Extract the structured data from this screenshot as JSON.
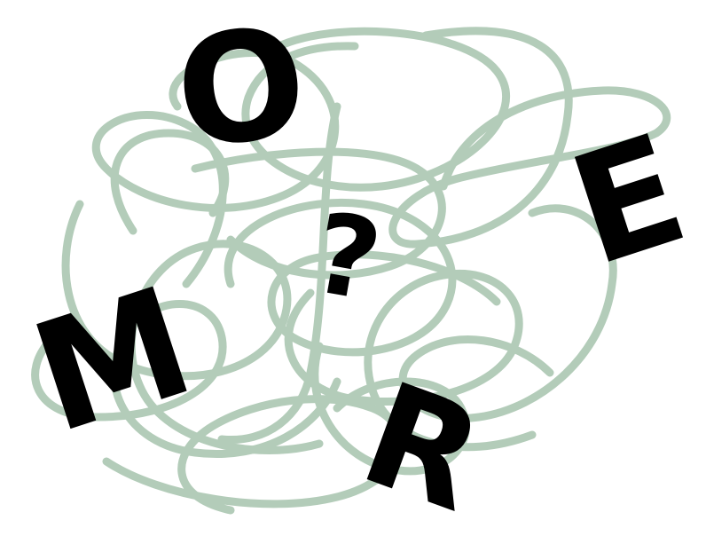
{
  "artwork": {
    "letters": {
      "m": "M",
      "o": "O",
      "question": "?",
      "e": "E",
      "r": "R"
    },
    "colors": {
      "scribble": "#b3ccb9",
      "letters": "#000000",
      "background": "#ffffff"
    }
  }
}
